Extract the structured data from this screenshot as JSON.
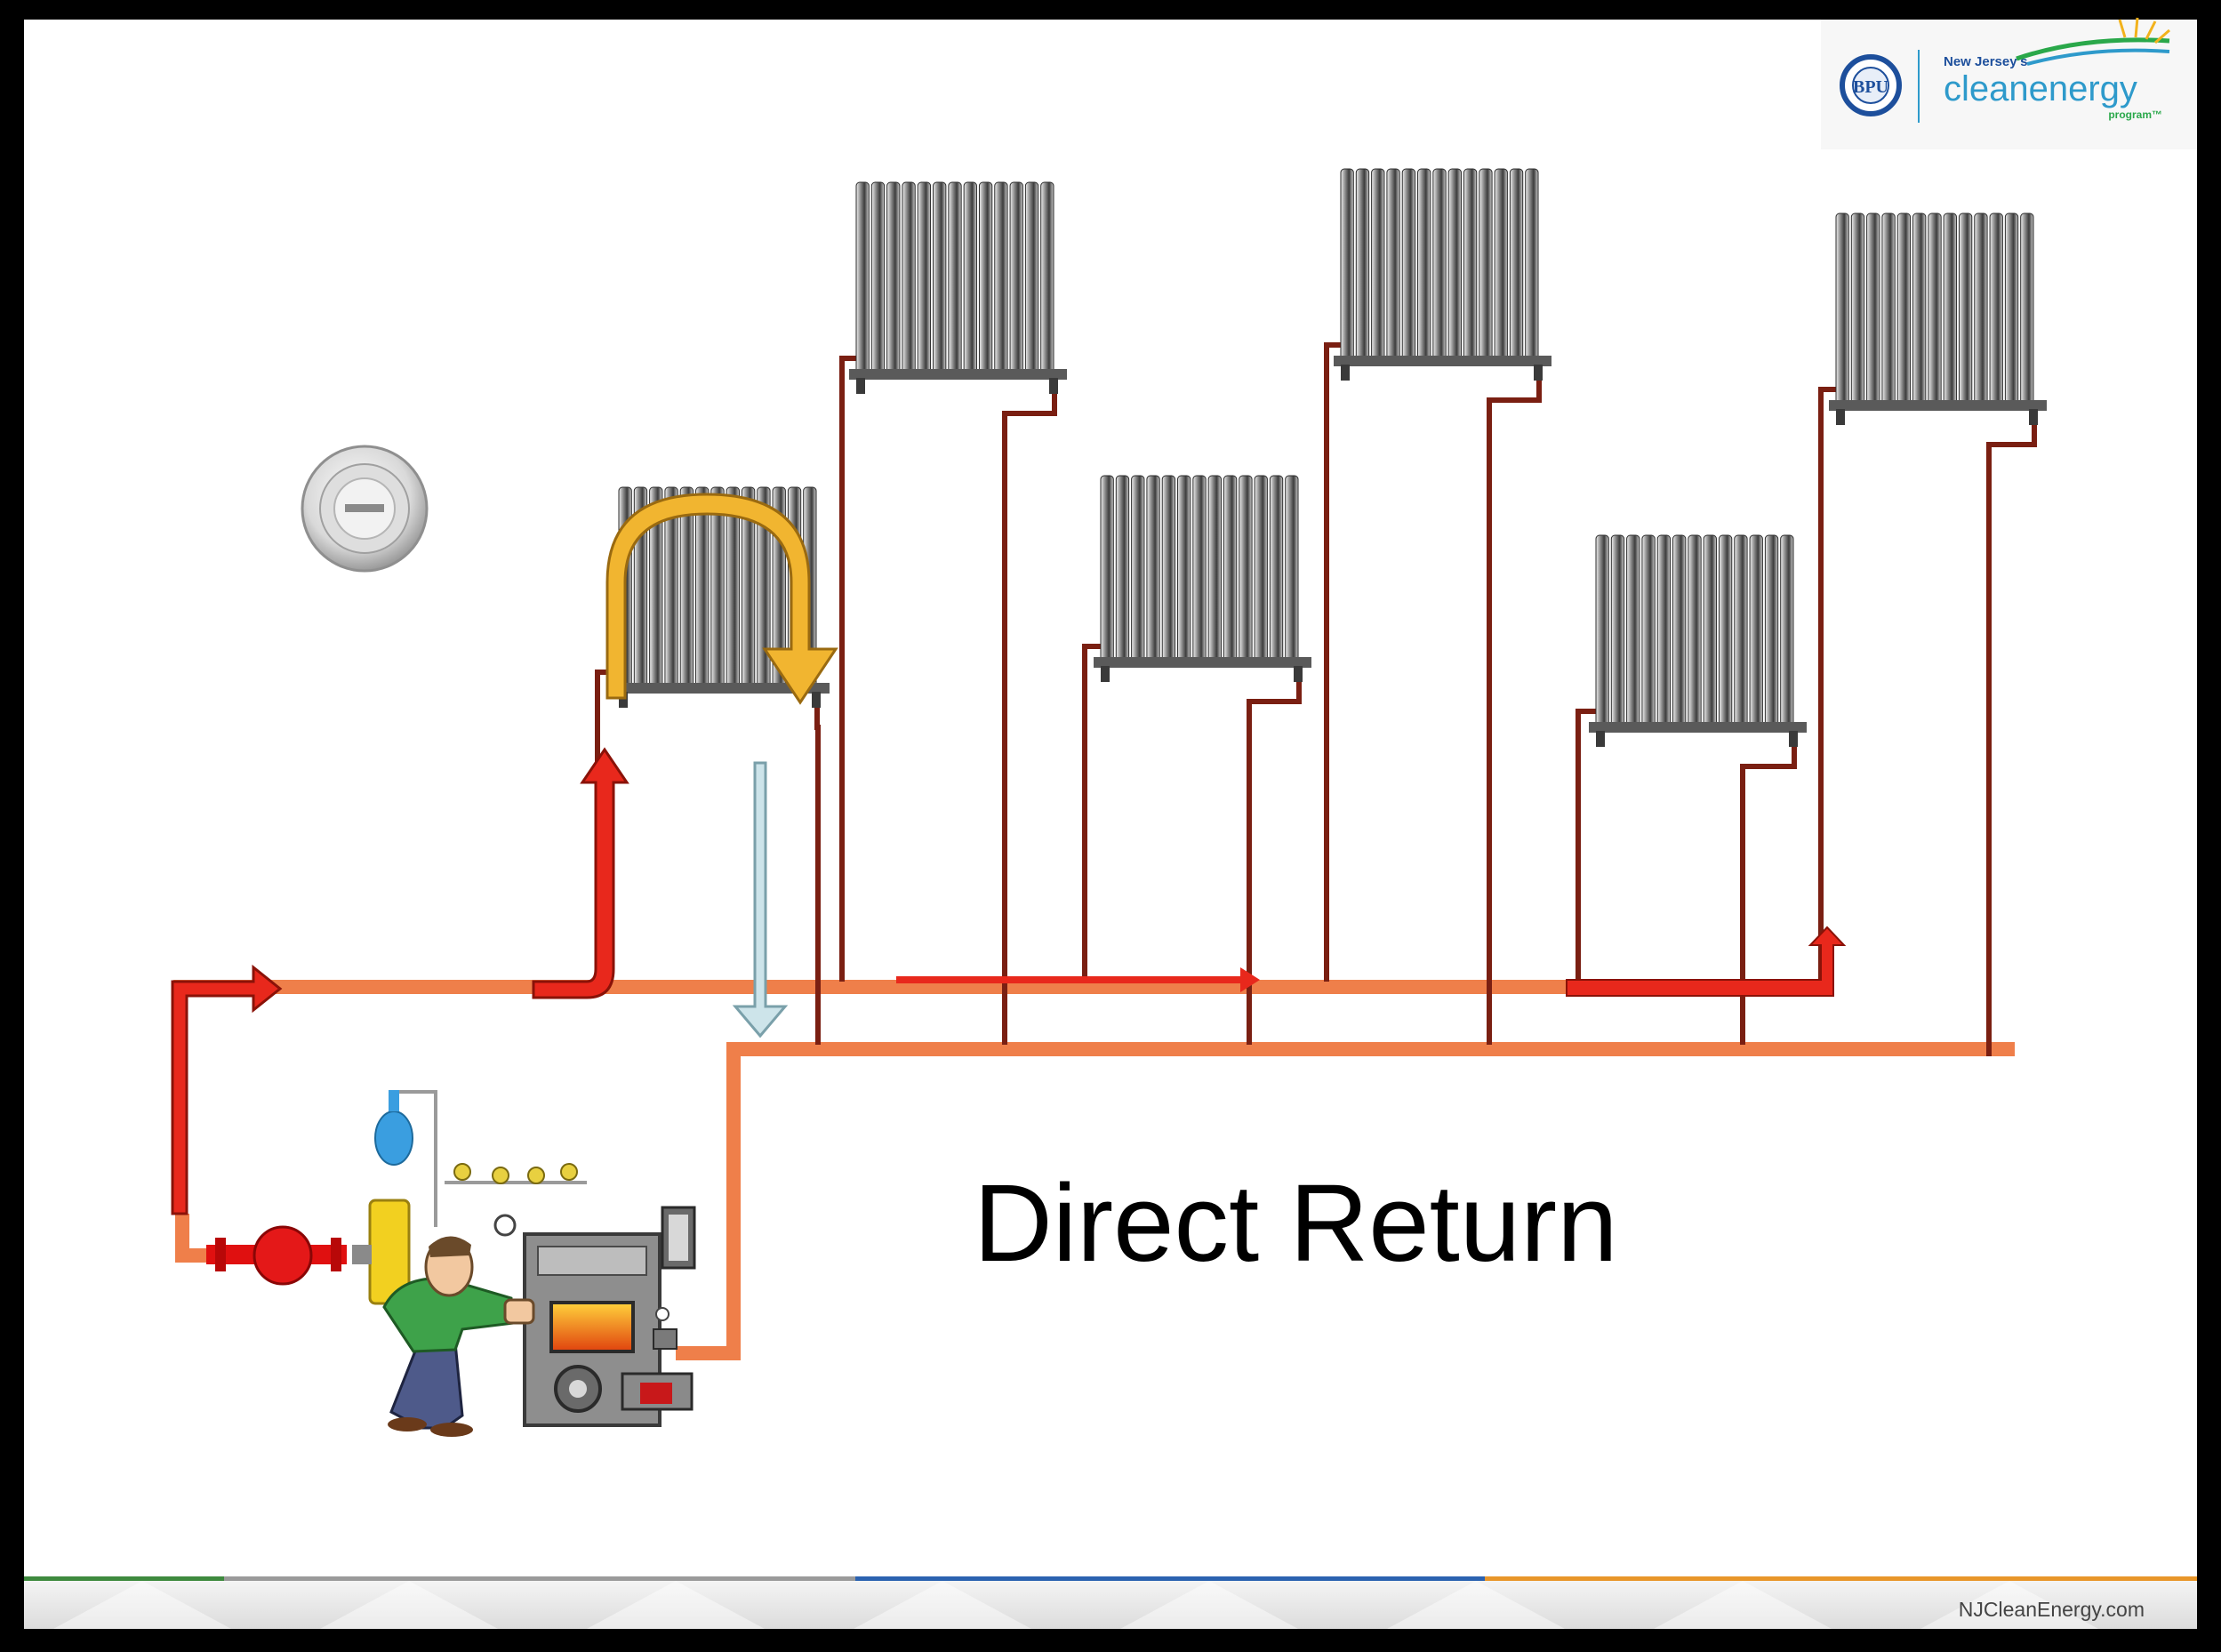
{
  "slide": {
    "title": "Direct Return",
    "footer_url": "NJCleanEnergy.com"
  },
  "logo": {
    "seal_text": "BPU",
    "tagline": "New Jersey's",
    "brand": "cleanenergy",
    "sub": "program™"
  },
  "diagram": {
    "system": "hydronic heating, direct return piping",
    "components": [
      "thermostat-icon",
      "radiator-icon",
      "boiler-icon",
      "pump-icon",
      "expansion-tank-icon",
      "technician-icon"
    ],
    "colors": {
      "supply_main": "#ef7f4a",
      "return_main": "#ef7f4a",
      "riser": "#7a1f12",
      "flow_arrow": "#e8281c",
      "radiator_flow": "#f1b530",
      "return_arrow": "#cde4ea",
      "radiator_body": "#6a6a6a",
      "footer_green": "#3e8a3e",
      "footer_blue": "#2b62b0",
      "footer_orange": "#e8962a"
    }
  }
}
